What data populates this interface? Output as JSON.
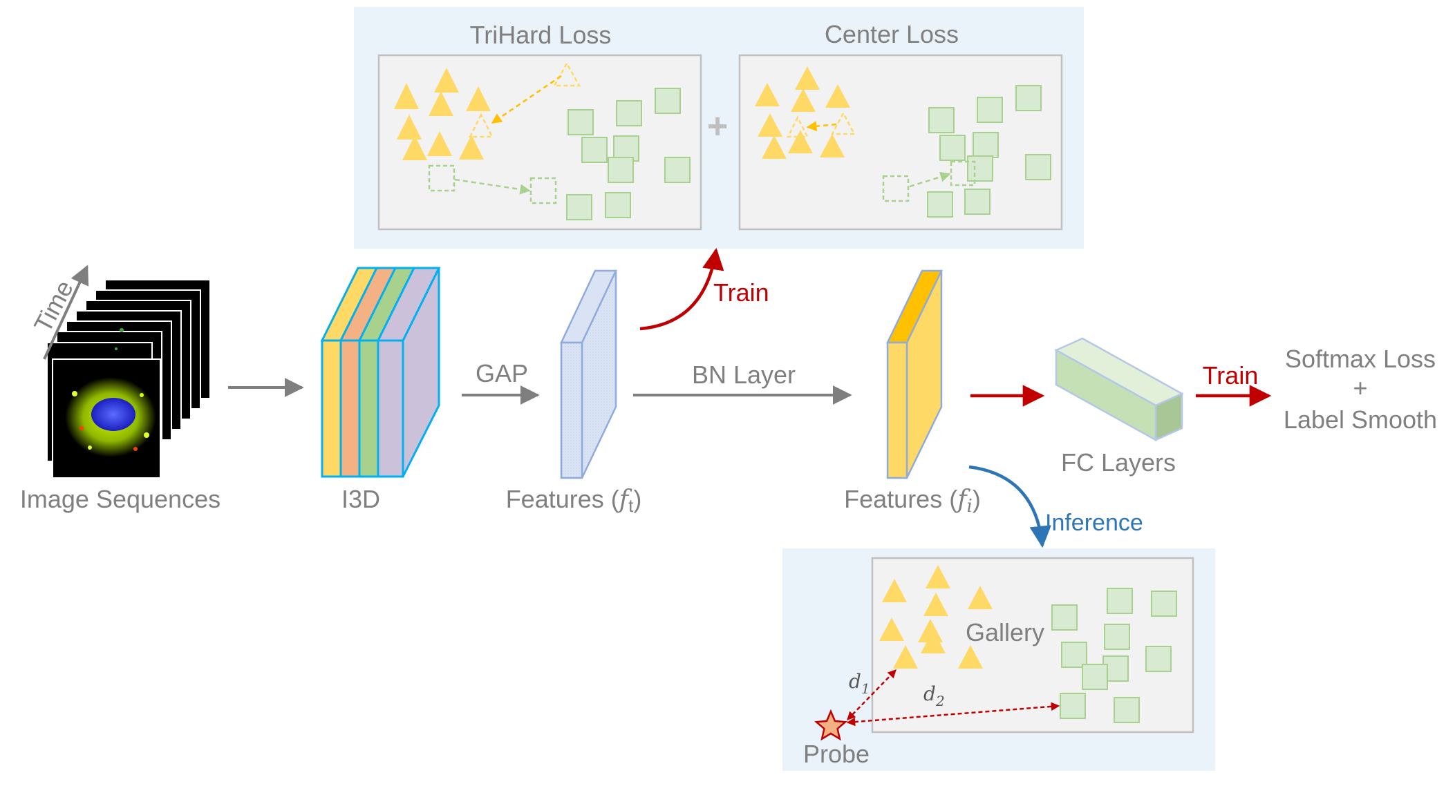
{
  "loss_panel": {
    "trihard_title": "TriHard Loss",
    "center_title": "Center Loss",
    "plus": "+"
  },
  "pipeline": {
    "input_label": "Image Sequences",
    "time_label": "Time",
    "i3d_label": "I3D",
    "gap_label": "GAP",
    "features_t_prefix": "Features (",
    "features_t_var": "f",
    "features_t_sub": "t",
    "features_suffix": ")",
    "bn_label": "BN Layer",
    "features_i_prefix": "Features (",
    "features_i_var": "f",
    "features_i_sub": "i",
    "train_label_1": "Train",
    "train_label_2": "Train",
    "fc_label": "FC Layers",
    "softmax_line1": "Softmax Loss",
    "softmax_line2": "+",
    "softmax_line3": "Label Smooth",
    "inference_label": "Inference"
  },
  "retrieval": {
    "gallery_label": "Gallery",
    "probe_label": "Probe",
    "d1_var": "d",
    "d1_sub": "1",
    "d2_var": "d",
    "d2_sub": "2"
  },
  "colors": {
    "panel_bg": "#eaf2fa",
    "box_bg": "#f2f2f2",
    "triangle": "#ffd966",
    "square": "#d9ead3",
    "square_stroke": "#a9d18e",
    "train_red": "#c00000",
    "inference_blue": "#2e75b6",
    "arrow_gray": "#7f7f7f"
  }
}
